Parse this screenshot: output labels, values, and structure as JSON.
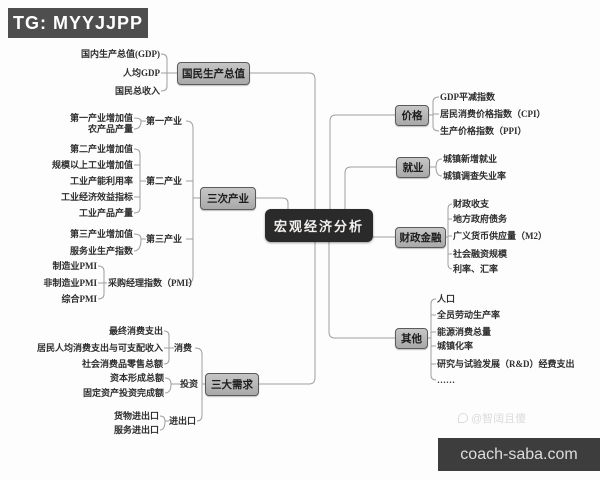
{
  "banner": {
    "tg": "TG: MYYJJPP"
  },
  "footer": {
    "site": "coach-saba.com",
    "watermark": "@智阔且傻"
  },
  "theme": {
    "root_fill": "#2a2a2a",
    "root_text": "#f2f0ee",
    "node_fill": "#b6b6b6",
    "node_border": "#5a5a5a",
    "line": "#9e9e9e",
    "banner_fill": "#4e4e4e",
    "footer_fill": "#3d3d3d"
  },
  "mindmap": {
    "root": "宏观经济分析",
    "gnp": {
      "label": "国民生产总值",
      "leaves": [
        "国内生产总值(GDP)",
        "人均GDP",
        "国民总收入"
      ]
    },
    "industries": {
      "label": "三次产业",
      "groups": [
        {
          "label": "第一产业",
          "leaves": [
            "第一产业增加值",
            "农产品产量"
          ]
        },
        {
          "label": "第二产业",
          "leaves": [
            "第二产业增加值",
            "规模以上工业增加值",
            "工业产能利用率",
            "工业经济效益指标",
            "工业产品产量"
          ]
        },
        {
          "label": "第三产业",
          "leaves": [
            "第三产业增加值",
            "服务业生产指数"
          ]
        },
        {
          "label": "采购经理指数（PMI）",
          "leaves": [
            "制造业PMI",
            "非制造业PMI",
            "综合PMI"
          ]
        }
      ]
    },
    "demands": {
      "label": "三大需求",
      "groups": [
        {
          "label": "消费",
          "leaves": [
            "最终消费支出",
            "居民人均消费支出与可支配收入",
            "社会消费品零售总额"
          ]
        },
        {
          "label": "投资",
          "leaves": [
            "资本形成总额",
            "固定资产投资完成额"
          ]
        },
        {
          "label": "进出口",
          "leaves": [
            "货物进出口",
            "服务进出口"
          ]
        }
      ]
    },
    "price": {
      "label": "价格",
      "leaves": [
        "GDP平减指数",
        "居民消费价格指数（CPI）",
        "生产价格指数（PPI）"
      ]
    },
    "employment": {
      "label": "就业",
      "leaves": [
        "城镇新增就业",
        "城镇调查失业率"
      ]
    },
    "fiscal": {
      "label": "财政金融",
      "leaves": [
        "财政收支",
        "地方政府债务",
        "广义货币供应量（M2）",
        "社会融资规模",
        "利率、汇率"
      ]
    },
    "other": {
      "label": "其他",
      "leaves": [
        "人口",
        "全员劳动生产率",
        "能源消费总量",
        "城镇化率",
        "研究与试验发展（R&D）经费支出",
        "……"
      ]
    }
  }
}
